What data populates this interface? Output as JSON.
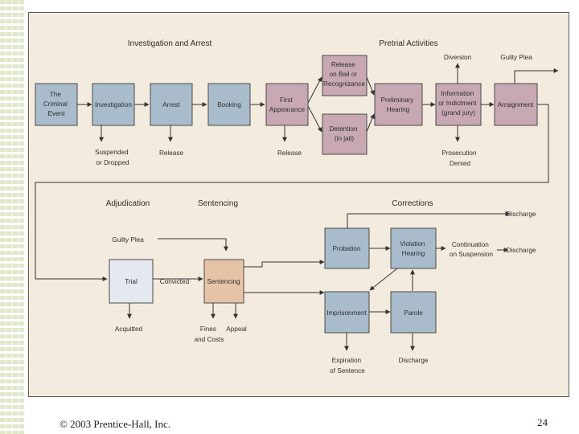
{
  "headers": {
    "investigation_arrest": "Investigation and Arrest",
    "pretrial": "Pretrial Activities",
    "adjudication": "Adjudication",
    "sentencing": "Sentencing",
    "corrections": "Corrections"
  },
  "boxes": {
    "criminal_event": [
      "The",
      "Criminal",
      "Event"
    ],
    "investigation": [
      "Investigation"
    ],
    "arrest": [
      "Arrest"
    ],
    "booking": [
      "Booking"
    ],
    "first_appearance": [
      "First",
      "Appearance"
    ],
    "release_bail": [
      "Release",
      "on Bail or",
      "Recognizance"
    ],
    "detention": [
      "Detention",
      "(in jail)"
    ],
    "preliminary_hearing": [
      "Preliminary",
      "Hearing"
    ],
    "information_indictment": [
      "Information",
      "or Indictment",
      "(grand jury)"
    ],
    "arraignment": [
      "Arraignment"
    ],
    "trial": [
      "Trial"
    ],
    "sentencing": [
      "Sentencing"
    ],
    "probation": [
      "Probation"
    ],
    "violation_hearing": [
      "Violation",
      "Hearing"
    ],
    "imprisonment": [
      "Imprisonment"
    ],
    "parole": [
      "Parole"
    ]
  },
  "labels": {
    "suspended_dropped": [
      "Suspended",
      "or Dropped"
    ],
    "release_arrest": [
      "Release"
    ],
    "release_first_appearance": [
      "Release"
    ],
    "diversion": [
      "Diversion"
    ],
    "guilty_plea_top": [
      "Guilty Plea"
    ],
    "prosecution_denied": [
      "Prosecution",
      "Denied"
    ],
    "guilty_plea_left": [
      "Guilty Plea"
    ],
    "convicted": [
      "Convicted"
    ],
    "acquitted": [
      "Acquitted"
    ],
    "fines_costs": [
      "Fines",
      "and Costs"
    ],
    "appeal": [
      "Appeal"
    ],
    "discharge_top": [
      "Discharge"
    ],
    "continuation": [
      "Continuation",
      "on Suspension"
    ],
    "discharge_mid": [
      "Discharge"
    ],
    "expiration": [
      "Expiration",
      "of Sentence"
    ],
    "discharge_bottom": [
      "Discharge"
    ]
  },
  "colors": {
    "blue_box": "#a9bccb",
    "mauve_box": "#c7a8b3",
    "trial_box": "#e3e9ef",
    "sentencing_box": "#e6c3a6",
    "panel_bg": "#f3ebdd"
  },
  "footer": {
    "copyright": "© 2003 Prentice-Hall, Inc.",
    "page_number": "24"
  }
}
